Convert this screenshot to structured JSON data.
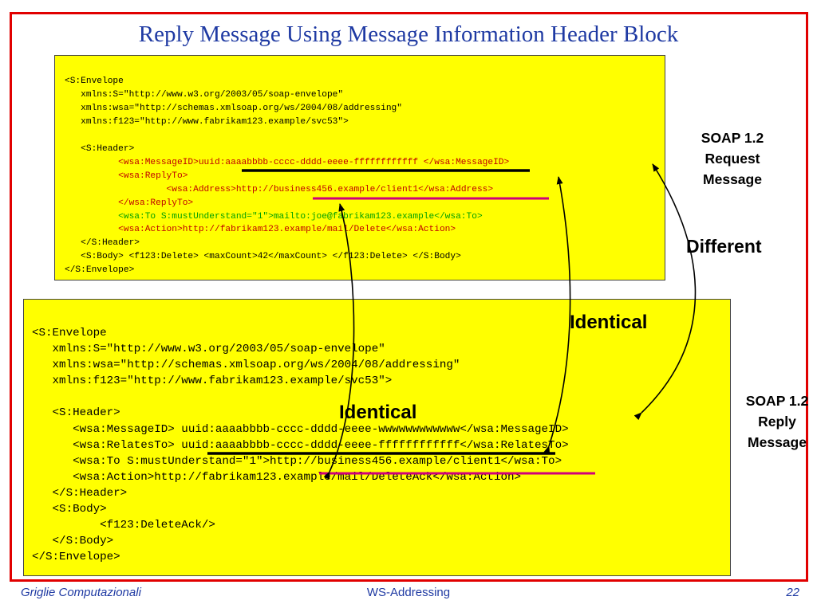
{
  "title": "Reply Message Using Message Information Header Block",
  "request_code": {
    "l01": "<S:Envelope",
    "l02": "   xmlns:S=\"http://www.w3.org/2003/05/soap-envelope\"",
    "l03": "   xmlns:wsa=\"http://schemas.xmlsoap.org/ws/2004/08/addressing\"",
    "l04": "   xmlns:f123=\"http://www.fabrikam123.example/svc53\">",
    "l05": "",
    "l06": "   <S:Header>",
    "l07": "          <wsa:MessageID>uuid:aaaabbbb-cccc-dddd-eeee-ffffffffffff </wsa:MessageID>",
    "l08": "          <wsa:ReplyTo>",
    "l09a": "                   <wsa:Address>",
    "l09b": "http://business456.example/client1",
    "l09c": "</wsa:Address>",
    "l10": "          </wsa:ReplyTo>",
    "l11": "          <wsa:To S:mustUnderstand=\"1\">mailto:joe@fabrikam123.example</wsa:To>",
    "l12": "          <wsa:Action>http://fabrikam123.example/mail/Delete</wsa:Action>",
    "l13": "   </S:Header>",
    "l14": "   <S:Body> <f123:Delete> <maxCount>42</maxCount> </f123:Delete> </S:Body>",
    "l15": "</S:Envelope>"
  },
  "reply_code": {
    "l01": "<S:Envelope",
    "l02": "   xmlns:S=\"http://www.w3.org/2003/05/soap-envelope\"",
    "l03": "   xmlns:wsa=\"http://schemas.xmlsoap.org/ws/2004/08/addressing\"",
    "l04": "   xmlns:f123=\"http://www.fabrikam123.example/svc53\">",
    "l05": "",
    "l06": "   <S:Header>",
    "l07": "      <wsa:MessageID> uuid:aaaabbbb-cccc-dddd-eeee-wwwwwwwwwwww</wsa:MessageID>",
    "l08": "      <wsa:RelatesTo> uuid:aaaabbbb-cccc-dddd-eeee-ffffffffffff</wsa:RelatesTo>",
    "l09": "      <wsa:To S:mustUnderstand=\"1\">http://business456.example/client1</wsa:To>",
    "l10": "      <wsa:Action>http://fabrikam123.example/mail/DeleteAck</wsa:Action>",
    "l11": "   </S:Header>",
    "l12": "   <S:Body>",
    "l13": "          <f123:DeleteAck/>",
    "l14": "   </S:Body>",
    "l15": "</S:Envelope>"
  },
  "labels": {
    "request": [
      "SOAP 1.2",
      "Request",
      "Message"
    ],
    "reply": [
      "SOAP 1.2",
      "Reply",
      "Message"
    ],
    "different": "Different",
    "identical_top": "Identical",
    "identical_mid": "Identical"
  },
  "footer": {
    "left": "Griglie Computazionali",
    "center": "WS-Addressing",
    "right": "22"
  },
  "colors": {
    "frame": "#e10000",
    "title": "#1f3aa3",
    "box_fill": "#ffff00",
    "highlight_red": "#c00000",
    "highlight_green": "#00a000",
    "underline_magenta": "#d0007a"
  }
}
